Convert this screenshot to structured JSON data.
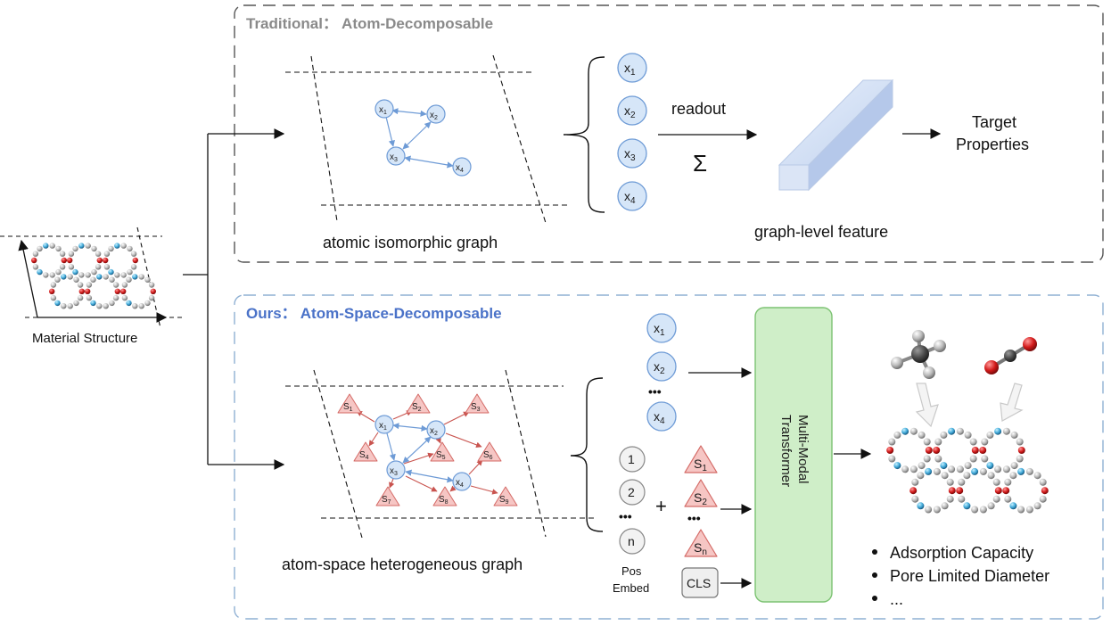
{
  "traditional": {
    "title": "Traditional： Atom-Decomposable",
    "graph_label": "atomic isomorphic graph",
    "nodes": [
      "x1",
      "x2",
      "x3",
      "x4"
    ],
    "readout_label": "readout",
    "sum_symbol": "Σ",
    "feature_label": "graph-level feature",
    "target_label_line1": "Target",
    "target_label_line2": "Properties"
  },
  "ours": {
    "title": "Ours： Atom-Space-Decomposable",
    "graph_label": "atom-space heterogeneous graph",
    "atom_nodes": [
      "x1",
      "x2",
      "x4"
    ],
    "space_nodes_small": [
      "S1",
      "S2",
      "S3",
      "S4",
      "S5",
      "S6",
      "S7",
      "S8",
      "S9"
    ],
    "space_tokens": [
      "S1",
      "S2",
      "Sn"
    ],
    "pos_tokens": [
      "1",
      "2",
      "n"
    ],
    "pos_label_line1": "Pos",
    "pos_label_line2": "Embed",
    "plus": "+",
    "ellipsis": "•••",
    "cls_label": "CLS",
    "transformer_line1": "Multi-Modal",
    "transformer_line2": "Transformer",
    "outputs": [
      "Adsorption Capacity",
      "Pore Limited Diameter",
      "..."
    ]
  },
  "input_label": "Material Structure",
  "colors": {
    "atom_fill": "#d6e6f8",
    "atom_stroke": "#6e9bd6",
    "space_fill": "#f6c6c4",
    "space_stroke": "#d46a66",
    "transformer_fill": "#cfeec8",
    "transformer_stroke": "#7cc272",
    "feature_bar": "#cfdcf2",
    "traditional_title": "#8a8a8a",
    "ours_title": "#4a72c8",
    "ours_border": "#8fb0d3"
  }
}
